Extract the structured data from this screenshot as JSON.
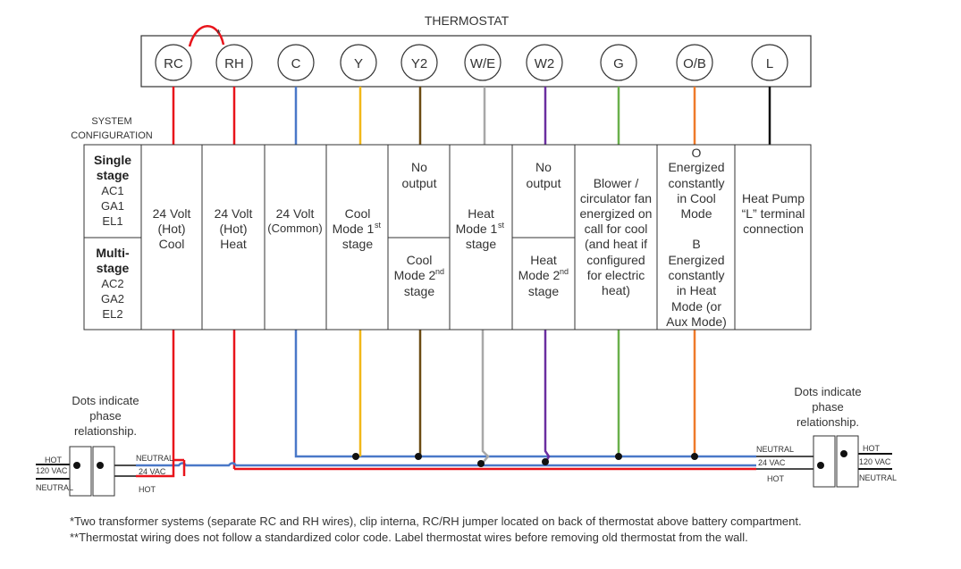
{
  "title": "THERMOSTAT",
  "jumper_mark": "*",
  "terminals": [
    {
      "label": "RC",
      "color": "#e8141b"
    },
    {
      "label": "RH",
      "color": "#e8141b"
    },
    {
      "label": "C",
      "color": "#4a78c8"
    },
    {
      "label": "Y",
      "color": "#f2b819"
    },
    {
      "label": "Y2",
      "color": "#6b4b12"
    },
    {
      "label": "W/E",
      "color": "#a8a8a8"
    },
    {
      "label": "W2",
      "color": "#6a2ea0"
    },
    {
      "label": "G",
      "color": "#6ab04c"
    },
    {
      "label": "O/B",
      "color": "#ee7a2a"
    },
    {
      "label": "L",
      "color": "#111111"
    }
  ],
  "system_config": {
    "line1": "SYSTEM",
    "line2": "CONFIGURATION"
  },
  "single_stage": {
    "title1": "Single",
    "title2": "stage",
    "items": [
      "AC1",
      "GA1",
      "EL1"
    ]
  },
  "multi_stage": {
    "title1": "Multi-",
    "title2": "stage",
    "items": [
      "AC2",
      "GA2",
      "EL2"
    ]
  },
  "columns": {
    "rc": [
      "24 Volt",
      "(Hot)",
      "Cool"
    ],
    "rh": [
      "24 Volt",
      "(Hot)",
      "Heat"
    ],
    "c": [
      "24 Volt",
      "(Common)"
    ],
    "y": [
      "Cool",
      "Mode 1",
      "stage"
    ],
    "y_sup": "st",
    "y2_top": [
      "No",
      "output"
    ],
    "y2_bottom": [
      "Cool",
      "Mode 2",
      "stage"
    ],
    "y2_sup": "nd",
    "we": [
      "Heat",
      "Mode 1",
      "stage"
    ],
    "we_sup": "st",
    "w2_top": [
      "No",
      "output"
    ],
    "w2_bottom": [
      "Heat",
      "Mode 2",
      "stage"
    ],
    "w2_sup": "nd",
    "g": [
      "Blower /",
      "circulator fan",
      "energized on",
      "call for cool",
      "(and heat if",
      "configured",
      "for electric",
      "heat)"
    ],
    "ob": [
      "O",
      "Energized",
      "constantly",
      "in Cool",
      "Mode",
      "",
      "B",
      "Energized",
      "constantly",
      "in Heat",
      "Mode (or",
      "Aux Mode)"
    ],
    "l": [
      "Heat Pump",
      "“L” terminal",
      "connection"
    ]
  },
  "left_transformer": {
    "note": [
      "Dots indicate",
      "phase",
      "relationship."
    ],
    "hot": "HOT",
    "vac120": "120 VAC",
    "neutral_left": "NEUTRAL",
    "neutral_right": "NEUTRAL",
    "vac24": "24 VAC",
    "hot_right": "HOT"
  },
  "right_transformer": {
    "note": [
      "Dots indicate",
      "phase",
      "relationship."
    ],
    "neutral_left": "NEUTRAL",
    "vac24": "24 VAC",
    "hot_left": "HOT",
    "hot_right": "HOT",
    "vac120": "120 VAC",
    "neutral_right": "NEUTRAL"
  },
  "footnotes": [
    "*Two transformer systems (separate RC and RH wires), clip interna, RC/RH jumper located on back of thermostat above battery compartment.",
    "**Thermostat wiring does not follow a standardized color code.  Label thermostat wires before removing old thermostat from the wall."
  ]
}
